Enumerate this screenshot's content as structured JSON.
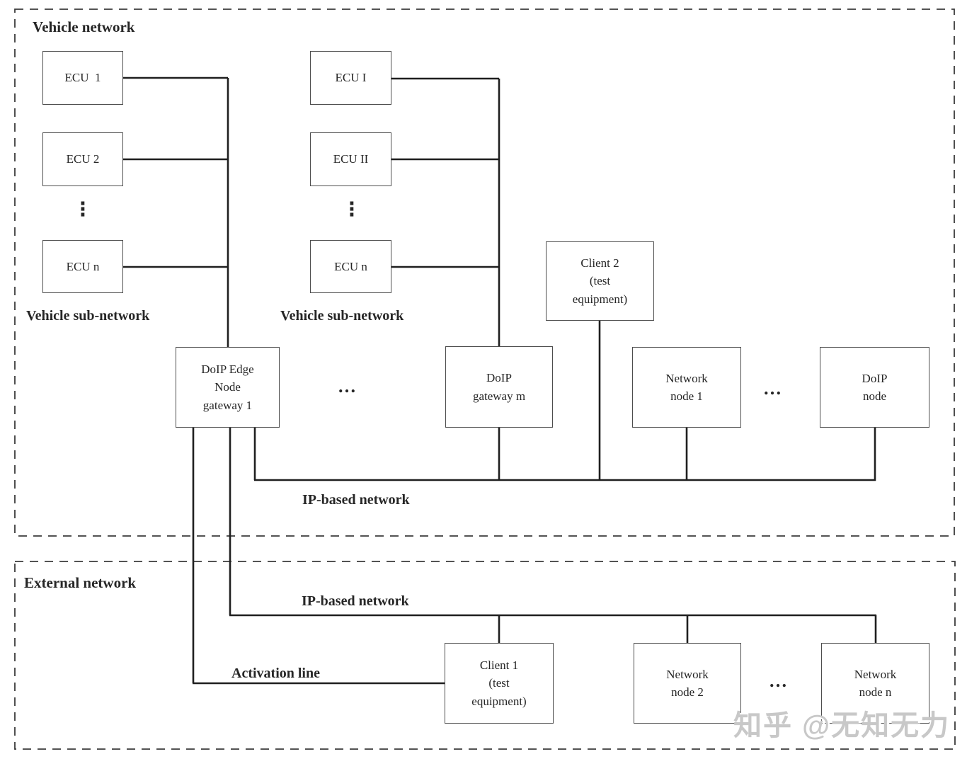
{
  "vehicle_network": {
    "title": "Vehicle network",
    "sub_network_left_label": "Vehicle sub-network",
    "sub_network_mid_label": "Vehicle sub-network",
    "ip_network_label": "IP-based network",
    "nodes": {
      "ecu_left_1": "ECU  1",
      "ecu_left_2": "ECU 2",
      "ecu_left_n": "ECU n",
      "ecu_mid_1": "ECU I",
      "ecu_mid_2": "ECU II",
      "ecu_mid_n": "ECU n",
      "doip_edge_gateway_1": "DoIP Edge\nNode\ngateway 1",
      "doip_gateway_m": "DoIP\ngateway m",
      "network_node_1": "Network\nnode 1",
      "doip_node": "DoIP\nnode",
      "client_2": "Client 2\n(test\nequipment)"
    },
    "dots": {
      "gateway_row": "…",
      "node_row": "…",
      "vertical_left": "⋮",
      "vertical_mid": "⋮"
    }
  },
  "external_network": {
    "title": "External network",
    "ip_network_label": "IP-based network",
    "activation_line_label": "Activation line",
    "nodes": {
      "client_1": "Client 1\n(test\nequipment)",
      "network_node_2": "Network\nnode 2",
      "network_node_n": "Network\nnode n"
    },
    "dots": {
      "node_row": "…"
    }
  },
  "watermark": "知乎 @无知无力",
  "colors": {
    "line": "#1f1f1f",
    "box_border": "#4d4d4d",
    "dashed_border": "#3b3b3b",
    "text": "#262626",
    "watermark": "#c8c8c8",
    "background": "#ffffff"
  }
}
